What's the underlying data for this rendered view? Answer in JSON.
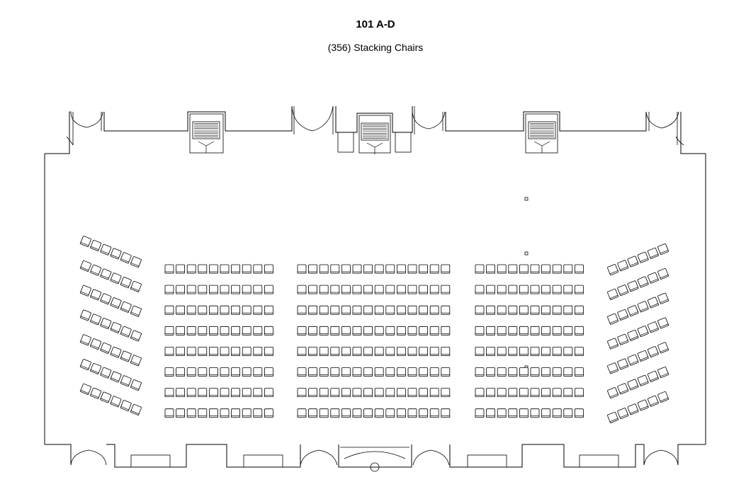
{
  "room": {
    "title": "101 A-D",
    "subtitle": "(356) Stacking Chairs"
  },
  "layout": {
    "style": "theater",
    "total_chairs": 356,
    "rows": 8,
    "center_sections": [
      {
        "name": "left-center",
        "chairs_per_row": 10
      },
      {
        "name": "center",
        "chairs_per_row": 14
      },
      {
        "name": "right-center",
        "chairs_per_row": 10
      }
    ],
    "wing_sections": [
      {
        "name": "left-wing",
        "rows": 7,
        "chairs_per_row": 6
      },
      {
        "name": "right-wing",
        "rows": 7,
        "chairs_per_row": 6
      }
    ]
  }
}
